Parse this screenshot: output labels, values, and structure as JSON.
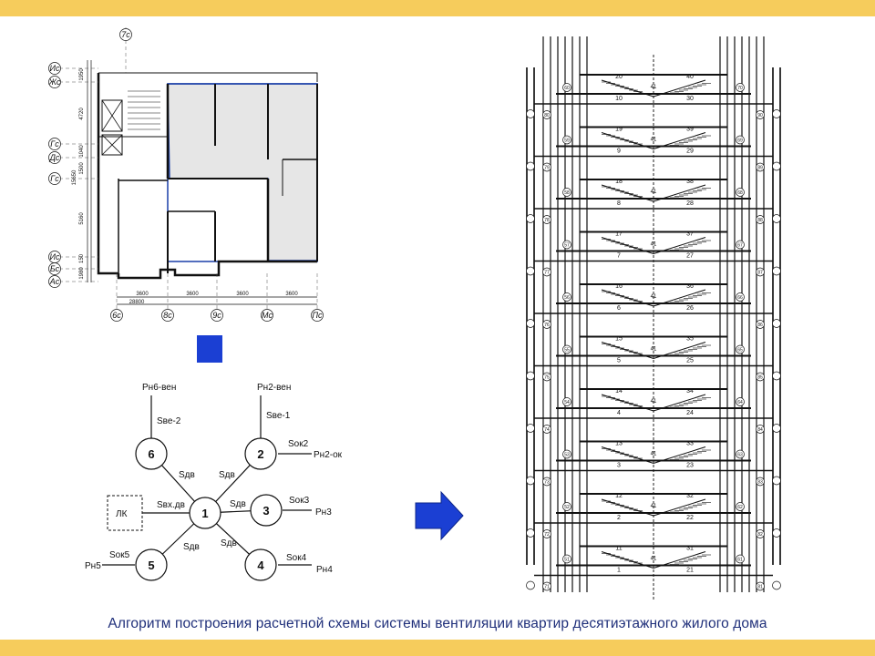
{
  "caption": "Алгоритм построения расчетной схемы системы вентиляции квартир десятиэтажного жилого дома",
  "floorplan": {
    "axis_labels_left": [
      "Ис",
      "Жс",
      "Гс",
      "Дс",
      "Гс",
      "Ис",
      "Бс",
      "Ас"
    ],
    "axis_labels_bottom": [
      "6с",
      "8с",
      "9с",
      "Мс",
      "Пс"
    ],
    "span_dims": [
      "3600",
      "3600",
      "3600",
      "3600"
    ],
    "total_dim": "28800",
    "vertical_dims": [
      "1950",
      "4720",
      "1040",
      "1500",
      "15650",
      "5160",
      "150",
      "1980"
    ],
    "top_axis": "7с"
  },
  "graph": {
    "nodes": [
      {
        "id": "1",
        "label": "1"
      },
      {
        "id": "2",
        "label": "2"
      },
      {
        "id": "3",
        "label": "3"
      },
      {
        "id": "4",
        "label": "4"
      },
      {
        "id": "5",
        "label": "5"
      },
      {
        "id": "6",
        "label": "6"
      }
    ],
    "lk_label": "ЛК",
    "labels": {
      "rn6": "Рн6-вен",
      "rn2ven": "Рн2-вен",
      "sbe2": "Sве-2",
      "sbe1": "Sве-1",
      "sok2": "Sок2",
      "rn2ok": "Рн2-ок",
      "sdv_6_1": "Sдв",
      "sdv_2_1": "Sдв",
      "sdv_3_1": "Sдв",
      "svh": "Sвх.дв",
      "sok3": "Sок3",
      "rn3": "Рн3",
      "sdv_5_1": "Sдв",
      "sdv_4_1": "Sдв",
      "sok5": "Sок5",
      "rn5": "Рн5",
      "sok4": "Sок4",
      "rn4": "Рн4"
    }
  },
  "scheme": {
    "floor_numbers_center_left": [
      "10",
      "9",
      "8",
      "7",
      "6",
      "5",
      "4",
      "3",
      "2",
      "1"
    ],
    "floor_numbers_upper_left": [
      "20",
      "19",
      "18",
      "17",
      "16",
      "15",
      "14",
      "13",
      "12",
      "11"
    ],
    "floor_numbers_upper_right": [
      "40",
      "39",
      "38",
      "37",
      "36",
      "35",
      "34",
      "33",
      "32",
      "31"
    ],
    "floor_numbers_lower_right": [
      "30",
      "29",
      "28",
      "27",
      "26",
      "25",
      "24",
      "23",
      "22",
      "21"
    ],
    "center_node": "41",
    "left_circles": [
      "60",
      "59",
      "58",
      "57",
      "56",
      "55",
      "54",
      "53",
      "52",
      "51"
    ],
    "right_circles": [
      "70",
      "69",
      "68",
      "67",
      "66",
      "65",
      "64",
      "63",
      "62",
      "61"
    ],
    "outer_left_circles": [
      "80",
      "79",
      "78",
      "77",
      "76",
      "75",
      "74",
      "73",
      "72",
      "71"
    ],
    "outer_right_circles": [
      "90",
      "89",
      "88",
      "87",
      "86",
      "85",
      "84",
      "83",
      "82",
      "81"
    ]
  }
}
